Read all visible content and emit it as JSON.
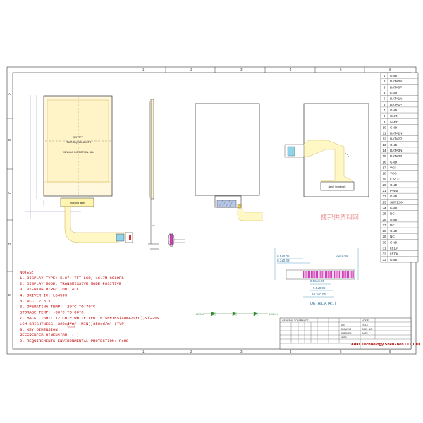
{
  "frame": {
    "col_labels": [
      "1",
      "2",
      "3",
      "4",
      "5",
      "6"
    ],
    "row_labels": [
      "A",
      "B",
      "C",
      "D",
      "E"
    ]
  },
  "front_view": {
    "center_text": [
      "5.0\" TFT",
      "768(RGB)X1024DOTS",
      "VIEWING DIRECTION: ALL"
    ],
    "connector_label": "(marking label)"
  },
  "back_view": {
    "label_box": "(label (marking))"
  },
  "watermark": "捷邦供资料网",
  "detail_label": "DETAIL A (4:1)",
  "detail_dims": [
    "0.5±0.05",
    "0.3±0.03",
    "0.55±0.05",
    "9.5±0.05",
    "10.3±0.05",
    "0.2±0.05"
  ],
  "backlight_diagram": {
    "left": "LED-A",
    "right": "LED-K"
  },
  "notes": {
    "title": "NOTES:",
    "items": [
      "1. DISPLAY TYPE:  5.0\", TFT LCD, 16.7M COLORS",
      "2. DISPLAY MODE:  TRANSMISSIVE MODE POSITIVE",
      "3. VIEWING DIRECTION: ALL",
      "4. DRIVER IC: LG4593",
      "5. VCC: 2.8 V",
      "6. OPERATING TEMP: -20°C TO 70°C",
      "   STORAGE TEMP: -30°C TO 80°C",
      "7. BACK LIGHT: 12 CHIP WHITE LED IN SERIES(40mA/LED),Vf=20V",
      "   LCM BRIGHTNESS: 320cd/m² (MIN),350cd/m² (TYP)",
      "8. KEY DIMENSION:",
      "   REFERENCED DIMENSION: (  )",
      "9. REQUIREMENTS ENVIRONMENTAL PROTECTION: RoHS"
    ]
  },
  "pins": [
    {
      "no": "1",
      "name": "GND"
    },
    {
      "no": "2",
      "name": "DATA0N"
    },
    {
      "no": "3",
      "name": "DATA0P"
    },
    {
      "no": "4",
      "name": "GND"
    },
    {
      "no": "5",
      "name": "DATA1N"
    },
    {
      "no": "6",
      "name": "DATA1P"
    },
    {
      "no": "7",
      "name": "GND"
    },
    {
      "no": "8",
      "name": "CLKN"
    },
    {
      "no": "9",
      "name": "CLKP"
    },
    {
      "no": "10",
      "name": "GND"
    },
    {
      "no": "11",
      "name": "DATA2N"
    },
    {
      "no": "12",
      "name": "DATA2P"
    },
    {
      "no": "13",
      "name": "GND"
    },
    {
      "no": "14",
      "name": "DATA3N"
    },
    {
      "no": "15",
      "name": "DATA3P"
    },
    {
      "no": "16",
      "name": "GND"
    },
    {
      "no": "17",
      "name": "VCI"
    },
    {
      "no": "18",
      "name": "VCC"
    },
    {
      "no": "19",
      "name": "IOVCC"
    },
    {
      "no": "20",
      "name": "GND"
    },
    {
      "no": "21",
      "name": "PWM"
    },
    {
      "no": "22",
      "name": "GND"
    },
    {
      "no": "23",
      "name": "SDRESX"
    },
    {
      "no": "24",
      "name": "GND"
    },
    {
      "no": "25",
      "name": "NC"
    },
    {
      "no": "26",
      "name": "GND"
    },
    {
      "no": "27",
      "name": "NC"
    },
    {
      "no": "28",
      "name": "GND"
    },
    {
      "no": "29",
      "name": "NC"
    },
    {
      "no": "30",
      "name": "GND"
    },
    {
      "no": "31",
      "name": "LEDA"
    },
    {
      "no": "32",
      "name": "LEDK"
    },
    {
      "no": "33",
      "name": "GND"
    }
  ],
  "title_block": {
    "general_tolerance": "GENERAL TOLERANCE",
    "company": "Adas Technology ShenZhen CO.,LTD",
    "fields": [
      "TITLE",
      "DRW. NO.",
      "DATE",
      "MODEL"
    ],
    "left_cells": [
      "UNIT",
      "DRAWING",
      "CHECKED",
      "APPR."
    ]
  }
}
